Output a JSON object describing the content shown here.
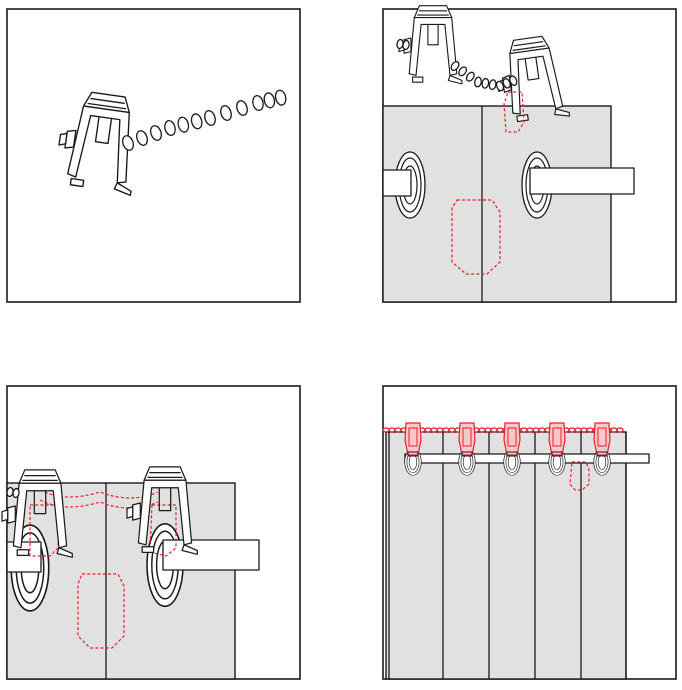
{
  "figure": {
    "panel_count": 4,
    "colors": {
      "outline": "#1a1a1a",
      "fabric": "#e1e1e1",
      "hidden_line": "#e8212b",
      "background": "#ffffff"
    },
    "panels": [
      {
        "step": 1,
        "content": "clip-with-bead-chain"
      },
      {
        "step": 2,
        "content": "clips-on-curtain-top"
      },
      {
        "step": 3,
        "content": "clips-detail-on-rod"
      },
      {
        "step": 4,
        "content": "curtain-with-clips-on-rod"
      }
    ]
  }
}
